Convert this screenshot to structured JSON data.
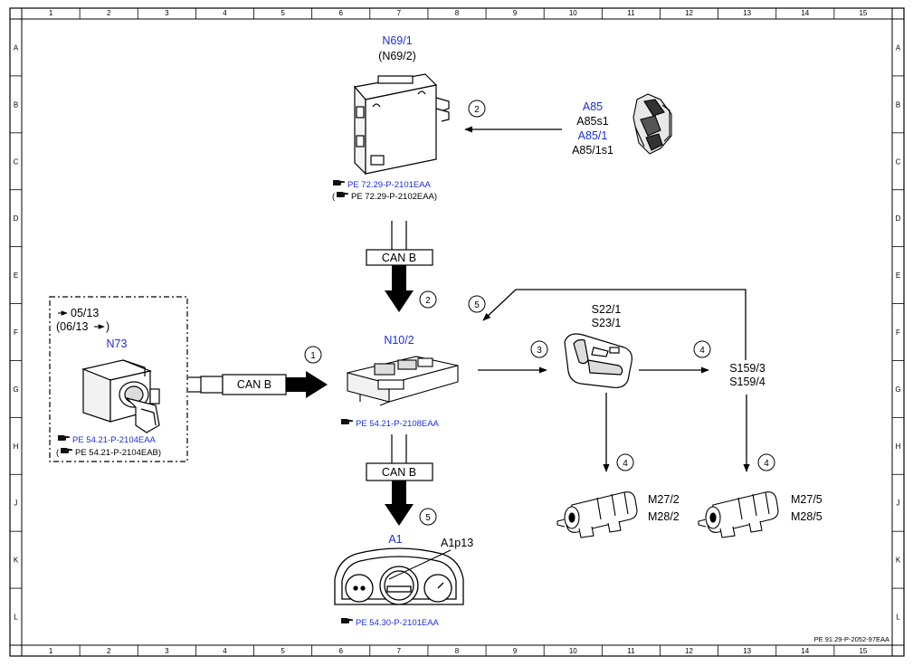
{
  "colors": {
    "link": "#1c2fd6",
    "line": "#000000"
  },
  "border": {
    "columns": [
      "1",
      "2",
      "3",
      "4",
      "5",
      "6",
      "7",
      "8",
      "9",
      "10",
      "11",
      "12",
      "13",
      "14",
      "15"
    ],
    "rows": [
      "A",
      "B",
      "C",
      "D",
      "E",
      "F",
      "G",
      "H",
      "J",
      "K",
      "L"
    ]
  },
  "components": {
    "n69": {
      "code": "N69/1",
      "alt": "(N69/2)",
      "ref1": "PE 72.29-P-2101EAA",
      "ref2_open": "(",
      "ref2": "PE 72.29-P-2102EAA)"
    },
    "a85": {
      "code1": "A85",
      "sub1": "A85s1",
      "code2": "A85/1",
      "sub2": "A85/1s1"
    },
    "n73": {
      "date1": "05/13",
      "date2_pre": "(06/13",
      "date2_post": ")",
      "code": "N73",
      "ref1": "PE 54.21-P-2104EAA",
      "ref2_open": "(",
      "ref2": "PE 54.21-P-2104EAB)"
    },
    "n10": {
      "code": "N10/2",
      "ref": "PE 54.21-P-2108EAA"
    },
    "a1": {
      "code": "A1",
      "sub": "A1p13",
      "ref": "PE 54.30-P-2101EAA"
    },
    "s22": {
      "line1": "S22/1",
      "line2": "S23/1"
    },
    "s159": {
      "line1": "S159/3",
      "line2": "S159/4"
    },
    "m27_2": {
      "line1": "M27/2",
      "line2": "M28/2"
    },
    "m27_5": {
      "line1": "M27/5",
      "line2": "M28/5"
    }
  },
  "bus": {
    "top": "CAN B",
    "left": "CAN B",
    "bottom": "CAN B"
  },
  "steps": {
    "a85_to_n69": "2",
    "canb_down": "2",
    "n73_to_n10": "1",
    "n10_to_s22": "3",
    "s22_to_s159": "4",
    "s159_feedback": "5",
    "n10_to_a1": "5",
    "s22_to_m27": "4",
    "s159_to_m27": "4"
  },
  "footer": {
    "doc_id": "PE 91.29-P-2052-97EAA"
  }
}
